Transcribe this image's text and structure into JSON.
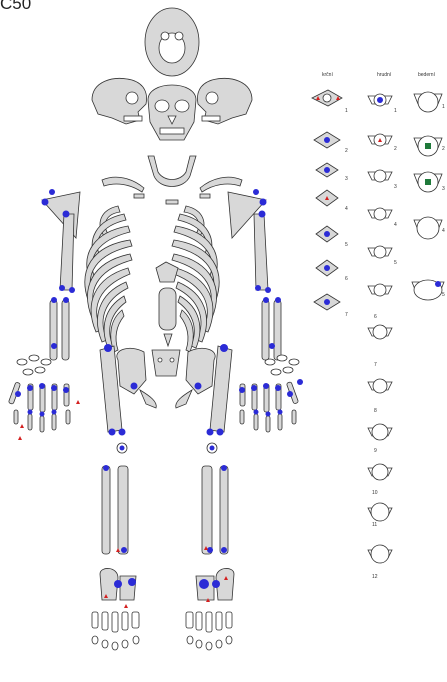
{
  "title": "C50",
  "columns": {
    "cervical": "krční",
    "thoracic": "hrudní",
    "lumbar": "bederní"
  },
  "cervical_numbers": [
    "1",
    "2",
    "3",
    "4",
    "5",
    "6",
    "7"
  ],
  "thoracic_numbers": [
    "1",
    "2",
    "3",
    "4",
    "5",
    "6",
    "7",
    "8",
    "9",
    "10",
    "11",
    "12"
  ],
  "lumbar_numbers": [
    "1",
    "2",
    "3",
    "4",
    "5"
  ],
  "colors": {
    "bone_fill": "#d8d8d8",
    "bone_stroke": "#333333",
    "joint_marker": "#2b2bd6",
    "lesion_marker": "#d42020",
    "other_marker": "#1f7a3a"
  }
}
